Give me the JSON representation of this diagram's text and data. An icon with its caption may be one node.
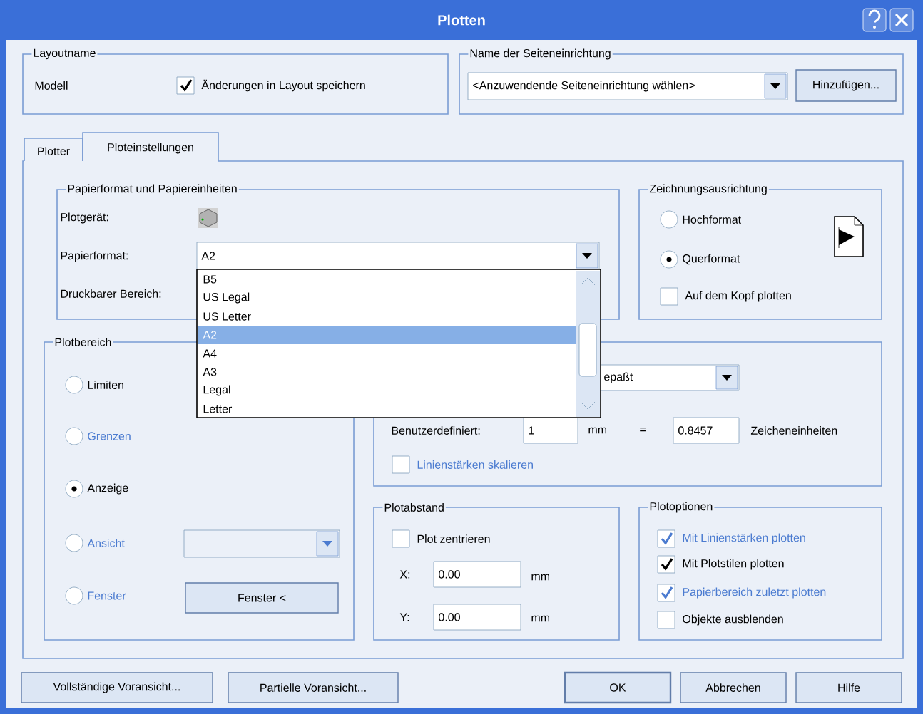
{
  "diagram": {
    "title": "Plotten",
    "nodes": [
      {
        "text": [
          "Layoutname"
        ]
      },
      {
        "text": [
          "Name der Seiteneinrichtung"
        ]
      },
      {
        "text": [
          "Papierformat und Papiereinheiten"
        ]
      },
      {
        "text": [
          "Zeichnungsausrichtung"
        ]
      },
      {
        "text": [
          "Plotbereich"
        ]
      },
      {
        "text": [],
        "shape": "box"
      },
      {
        "text": [
          "Plotabstand"
        ]
      },
      {
        "text": [
          "Plotoptionen"
        ]
      }
    ],
    "labels": [
      "Modell",
      "Änderungen in Layout speichern",
      "<Anzuwendende Seiteneinrichtung wählen>",
      "Hinzufügen...",
      "Plotter",
      "Ploteinstellungen",
      "Plotgerät:",
      "Papierformat:",
      "A2",
      "Druckbarer Bereich:",
      "B5",
      "US Legal",
      "US Letter",
      "A2",
      "A4",
      "A3",
      "Legal",
      "Letter",
      "Hochformat",
      "Querformat",
      "Auf dem Kopf plotten",
      "Limiten",
      "epaßt",
      "Benutzerdefiniert:",
      "1",
      "mm",
      "=",
      "0.8457",
      "Zeicheneinheiten",
      "Grenzen",
      "Linienstärken skalieren",
      "Anzeige",
      "Ansicht",
      "Fenster",
      "Fenster <",
      "Plot zentrieren",
      "X:",
      "0.00",
      "mm",
      "Y:",
      "0.00",
      "mm",
      "Mit Linienstärken plotten",
      "Mit Plotstilen plotten",
      "Papierbereich zuletzt plotten",
      "Objekte ausblenden",
      "Vollständige Voransicht...",
      "Partielle Voransicht...",
      "OK",
      "Abbrechen",
      "Hilfe"
    ]
  }
}
